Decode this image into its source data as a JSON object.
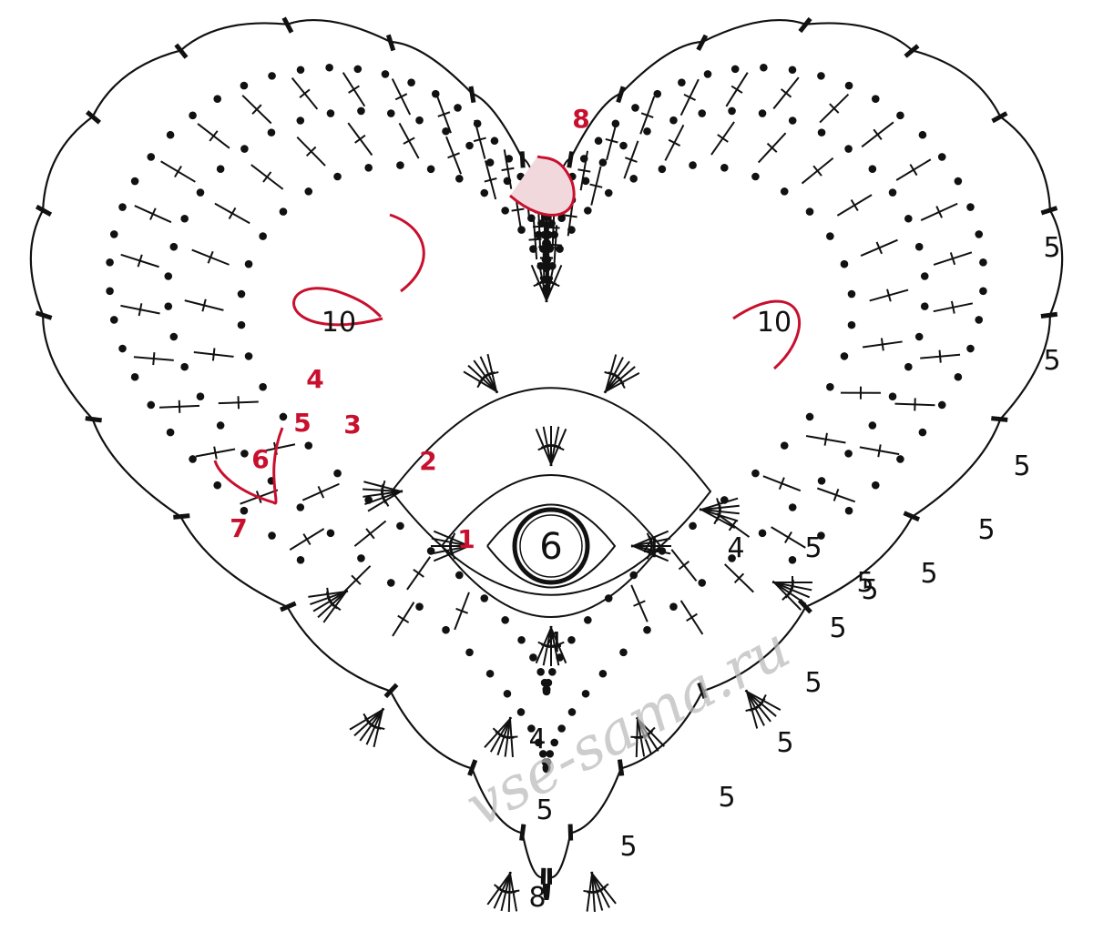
{
  "colors": {
    "ink": "#111111",
    "accent": "#c8102e",
    "watermark": "#b9b9b9"
  },
  "center_label": "6",
  "watermark": "vse-sama.ru",
  "black_labels": [
    {
      "text": "10"
    },
    {
      "text": "10"
    },
    {
      "text": "4"
    },
    {
      "text": "4"
    },
    {
      "text": "4"
    },
    {
      "text": "4"
    },
    {
      "text": "5"
    },
    {
      "text": "5"
    },
    {
      "text": "5"
    },
    {
      "text": "5"
    },
    {
      "text": "5"
    },
    {
      "text": "5"
    },
    {
      "text": "5"
    },
    {
      "text": "5"
    },
    {
      "text": "5"
    },
    {
      "text": "5"
    },
    {
      "text": "5"
    },
    {
      "text": "5"
    },
    {
      "text": "5"
    },
    {
      "text": "5"
    },
    {
      "text": "8"
    }
  ],
  "red_labels": [
    {
      "text": "1"
    },
    {
      "text": "2"
    },
    {
      "text": "3"
    },
    {
      "text": "4"
    },
    {
      "text": "5"
    },
    {
      "text": "6"
    },
    {
      "text": "7"
    },
    {
      "text": "8"
    }
  ]
}
